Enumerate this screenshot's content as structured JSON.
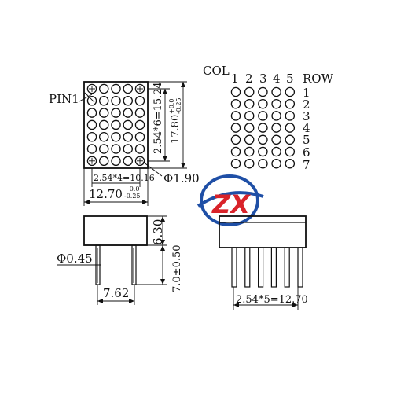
{
  "front_view": {
    "pin1_label": "PIN1",
    "dim_width_inner": "2.54*4=10.16",
    "dim_width_outer": "12.70",
    "dim_width_outer_tol_plus": "+0.0",
    "dim_width_outer_tol_minus": "-0.25",
    "dim_height_inner": "2.54*6=15.24",
    "dim_height_outer": "17.80",
    "dim_height_outer_tol_plus": "+0.0",
    "dim_height_outer_tol_minus": "-0.25",
    "dot_diameter": "Φ1.90",
    "rows": 7,
    "cols": 5
  },
  "pin_matrix": {
    "col_label": "COL",
    "row_label": "ROW",
    "col_numbers": [
      "1",
      "2",
      "3",
      "4",
      "5"
    ],
    "row_numbers": [
      "1",
      "2",
      "3",
      "4",
      "5",
      "6",
      "7"
    ]
  },
  "side_view": {
    "pin_diameter": "Φ0.45",
    "body_height": "6.30",
    "pin_length": "7.0±0.50",
    "pin_spacing": "7.62"
  },
  "bottom_view": {
    "pin_pitch": "2.54*5=12.70",
    "pin_count": 6
  },
  "watermark": {
    "text": "ZX",
    "colors": {
      "ring": "#1f4fa6",
      "letters": "#d9232a"
    }
  }
}
